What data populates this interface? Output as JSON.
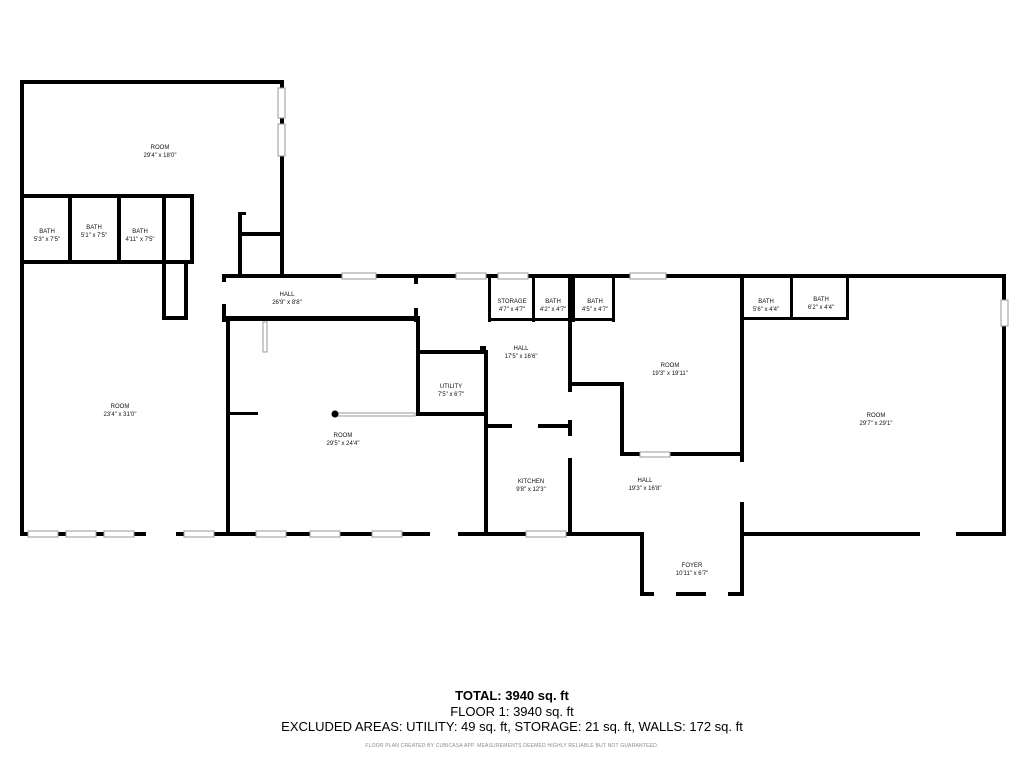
{
  "rooms": [
    {
      "name": "ROOM",
      "dims": "29'4\" x 18'0\""
    },
    {
      "name": "BATH",
      "dims": "5'3\" x 7'5\""
    },
    {
      "name": "BATH",
      "dims": "5'1\" x 7'5\""
    },
    {
      "name": "BATH",
      "dims": "4'11\" x 7'5\""
    },
    {
      "name": "HALL",
      "dims": "26'9\" x 8'8\""
    },
    {
      "name": "ROOM",
      "dims": "23'4\" x 31'0\""
    },
    {
      "name": "ROOM",
      "dims": "29'5\" x 24'4\""
    },
    {
      "name": "UTILITY",
      "dims": "7'5\" x 6'7\""
    },
    {
      "name": "STORAGE",
      "dims": "4'7\" x 4'7\""
    },
    {
      "name": "BATH",
      "dims": "4'2\" x 4'7\""
    },
    {
      "name": "BATH",
      "dims": "4'5\" x 4'7\""
    },
    {
      "name": "HALL",
      "dims": "17'5\" x 16'6\""
    },
    {
      "name": "KITCHEN",
      "dims": "9'8\" x 12'3\""
    },
    {
      "name": "ROOM",
      "dims": "19'3\" x 19'11\""
    },
    {
      "name": "HALL",
      "dims": "19'3\" x 16'8\""
    },
    {
      "name": "FOYER",
      "dims": "10'11\" x 6'7\""
    },
    {
      "name": "BATH",
      "dims": "5'6\" x 4'4\""
    },
    {
      "name": "BATH",
      "dims": "6'2\" x 4'4\""
    },
    {
      "name": "ROOM",
      "dims": "29'7\" x 29'1\""
    }
  ],
  "summary": {
    "total": "TOTAL: 3940 sq. ft",
    "floor": "FLOOR 1: 3940 sq. ft",
    "excluded": "EXCLUDED AREAS: UTILITY: 49 sq. ft, STORAGE: 21 sq. ft, WALLS: 172 sq. ft",
    "disclaimer": "FLOOR PLAN CREATED BY CUBICASA APP. MEASUREMENTS DEEMED HIGHLY RELIABLE BUT NOT GUARANTEED."
  },
  "colors": {
    "wall": "#000000",
    "window": "#9a9a9a",
    "background": "#ffffff"
  }
}
